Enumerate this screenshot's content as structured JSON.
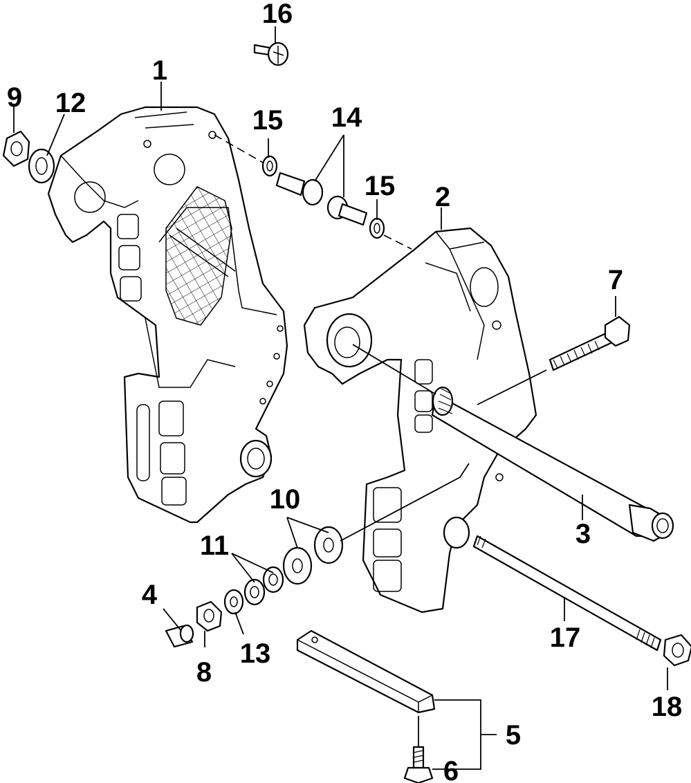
{
  "diagram": {
    "callouts": {
      "c1": "1",
      "c2": "2",
      "c3": "3",
      "c4": "4",
      "c5": "5",
      "c6": "6",
      "c7": "7",
      "c8": "8",
      "c9": "9",
      "c10": "10",
      "c11": "11",
      "c12": "12",
      "c13": "13",
      "c14": "14",
      "c15a": "15",
      "c15b": "15",
      "c16": "16",
      "c17": "17",
      "c18": "18"
    }
  }
}
